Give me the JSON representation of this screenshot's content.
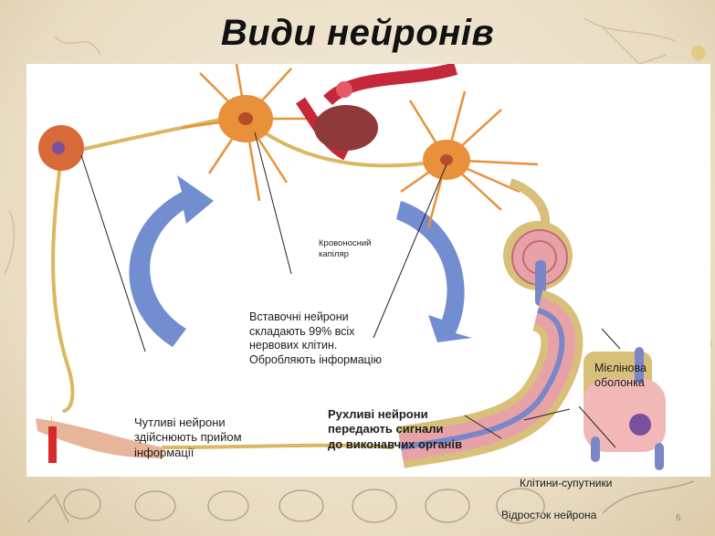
{
  "slide": {
    "title": "Види нейронів",
    "page_number": "6"
  },
  "labels": {
    "sensory_line1": "Чутливі нейрони",
    "sensory_line2": "здійснюють прийом",
    "sensory_line3": "інформації",
    "inter_line1": "Вставочні нейрони",
    "inter_line2": "складають 99% всіх",
    "inter_line3": "нервових клітин.",
    "inter_line4": "Обробляють інформацію",
    "motor_line1": "Рухливі нейрони",
    "motor_line2": "передають сигнали",
    "motor_line3": "до виконавчих органів",
    "capillary_line1": "Кровоносний",
    "capillary_line2": "капіляр",
    "myelin_line1": "Мієлінова",
    "myelin_line2": "оболонка",
    "satellite": "Клітини-супутники",
    "process": "Відросток нейрона"
  },
  "colors": {
    "neuron_body": "#e8913a",
    "nerve_fiber": "#d8b860",
    "myelin": "#d9c07a",
    "myelin_inner": "#e7a2a8",
    "axon": "#7a86c8",
    "vessel": "#c4283a",
    "arrow": "#5b79c9",
    "title": "#111111"
  }
}
